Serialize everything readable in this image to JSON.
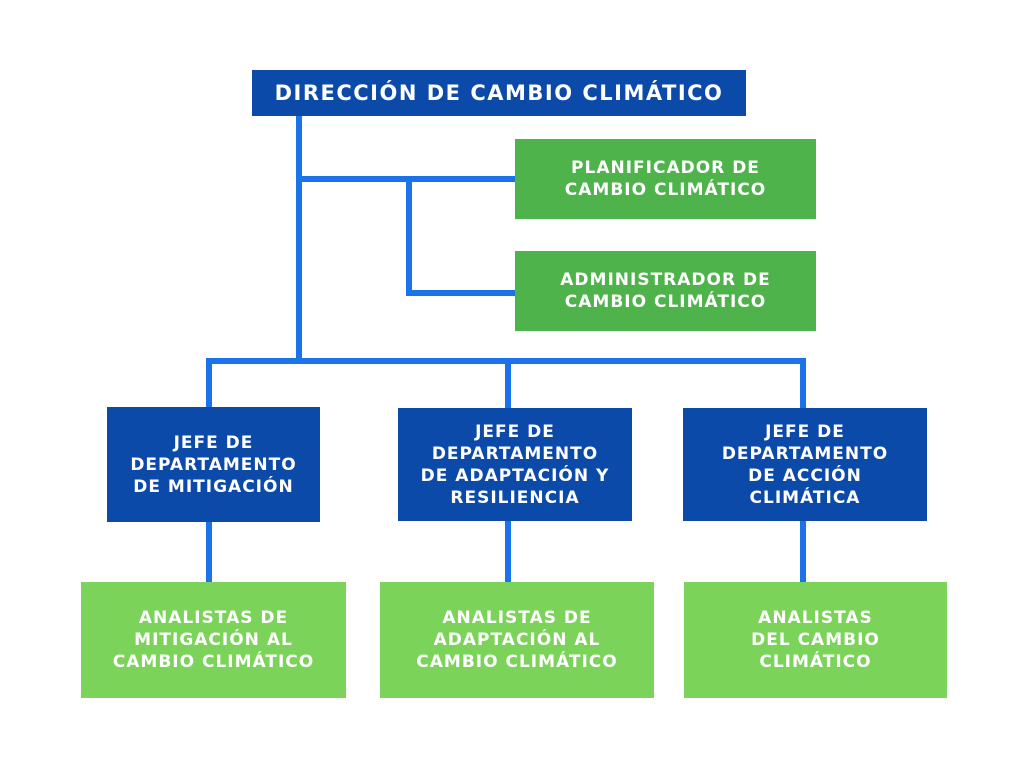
{
  "diagram": {
    "type": "org-chart",
    "colors": {
      "connector": "#1a73e8",
      "dark_blue_box": "#0b4aa8",
      "green_staff_box": "#4db34a",
      "green_analyst_box": "#7bd35a",
      "text": "#ffffff"
    },
    "root": {
      "label": "DIRECCIÓN DE CAMBIO CLIMÁTICO"
    },
    "staff": [
      {
        "label": "PLANIFICADOR DE\nCAMBIO CLIMÁTICO"
      },
      {
        "label": "ADMINISTRADOR DE\nCAMBIO CLIMÁTICO"
      }
    ],
    "departments": [
      {
        "label": "JEFE DE\nDEPARTAMENTO\nDE MITIGACIÓN"
      },
      {
        "label": "JEFE DE\nDEPARTAMENTO\nDE ADAPTACIÓN Y\nRESILIENCIA"
      },
      {
        "label": "JEFE DE\nDEPARTAMENTO\nDE ACCIÓN\nCLIMÁTICA"
      }
    ],
    "analysts": [
      {
        "label": "ANALISTAS DE\nMITIGACIÓN AL\nCAMBIO CLIMÁTICO"
      },
      {
        "label": "ANALISTAS DE\nADAPTACIÓN AL\nCAMBIO CLIMÁTICO"
      },
      {
        "label": "ANALISTAS\nDEL CAMBIO\nCLIMÁTICO"
      }
    ]
  }
}
